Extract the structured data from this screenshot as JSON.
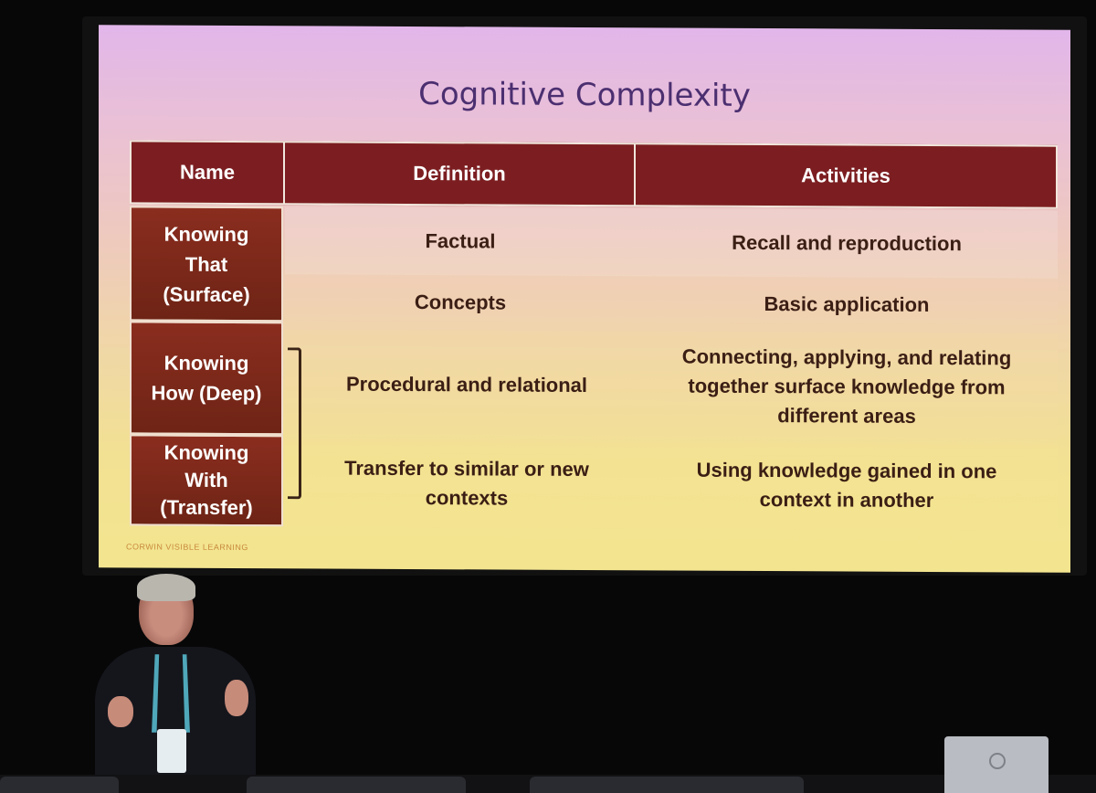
{
  "slide": {
    "title": "Cognitive Complexity",
    "table": {
      "headers": [
        "Name",
        "Definition",
        "Activities"
      ],
      "groups": [
        {
          "name": "Knowing That (Surface)",
          "rows": [
            {
              "definition": "Factual",
              "activities": "Recall and reproduction"
            },
            {
              "definition": "Concepts",
              "activities": "Basic application"
            }
          ]
        },
        {
          "name": "Knowing How (Deep)",
          "rows": [
            {
              "definition": "Procedural and relational",
              "activities": "Connecting, applying, and relating together surface knowledge from different areas"
            }
          ]
        },
        {
          "name": "Knowing With (Transfer)",
          "rows": [
            {
              "definition": "Transfer to similar or new contexts",
              "activities": "Using knowledge gained in one context in another"
            }
          ]
        }
      ]
    },
    "footer": "CORWIN VISIBLE LEARNING"
  },
  "colors": {
    "header_bg": "#7c1e21",
    "title_color": "#4b2f70",
    "body_text": "#3b1e14"
  }
}
